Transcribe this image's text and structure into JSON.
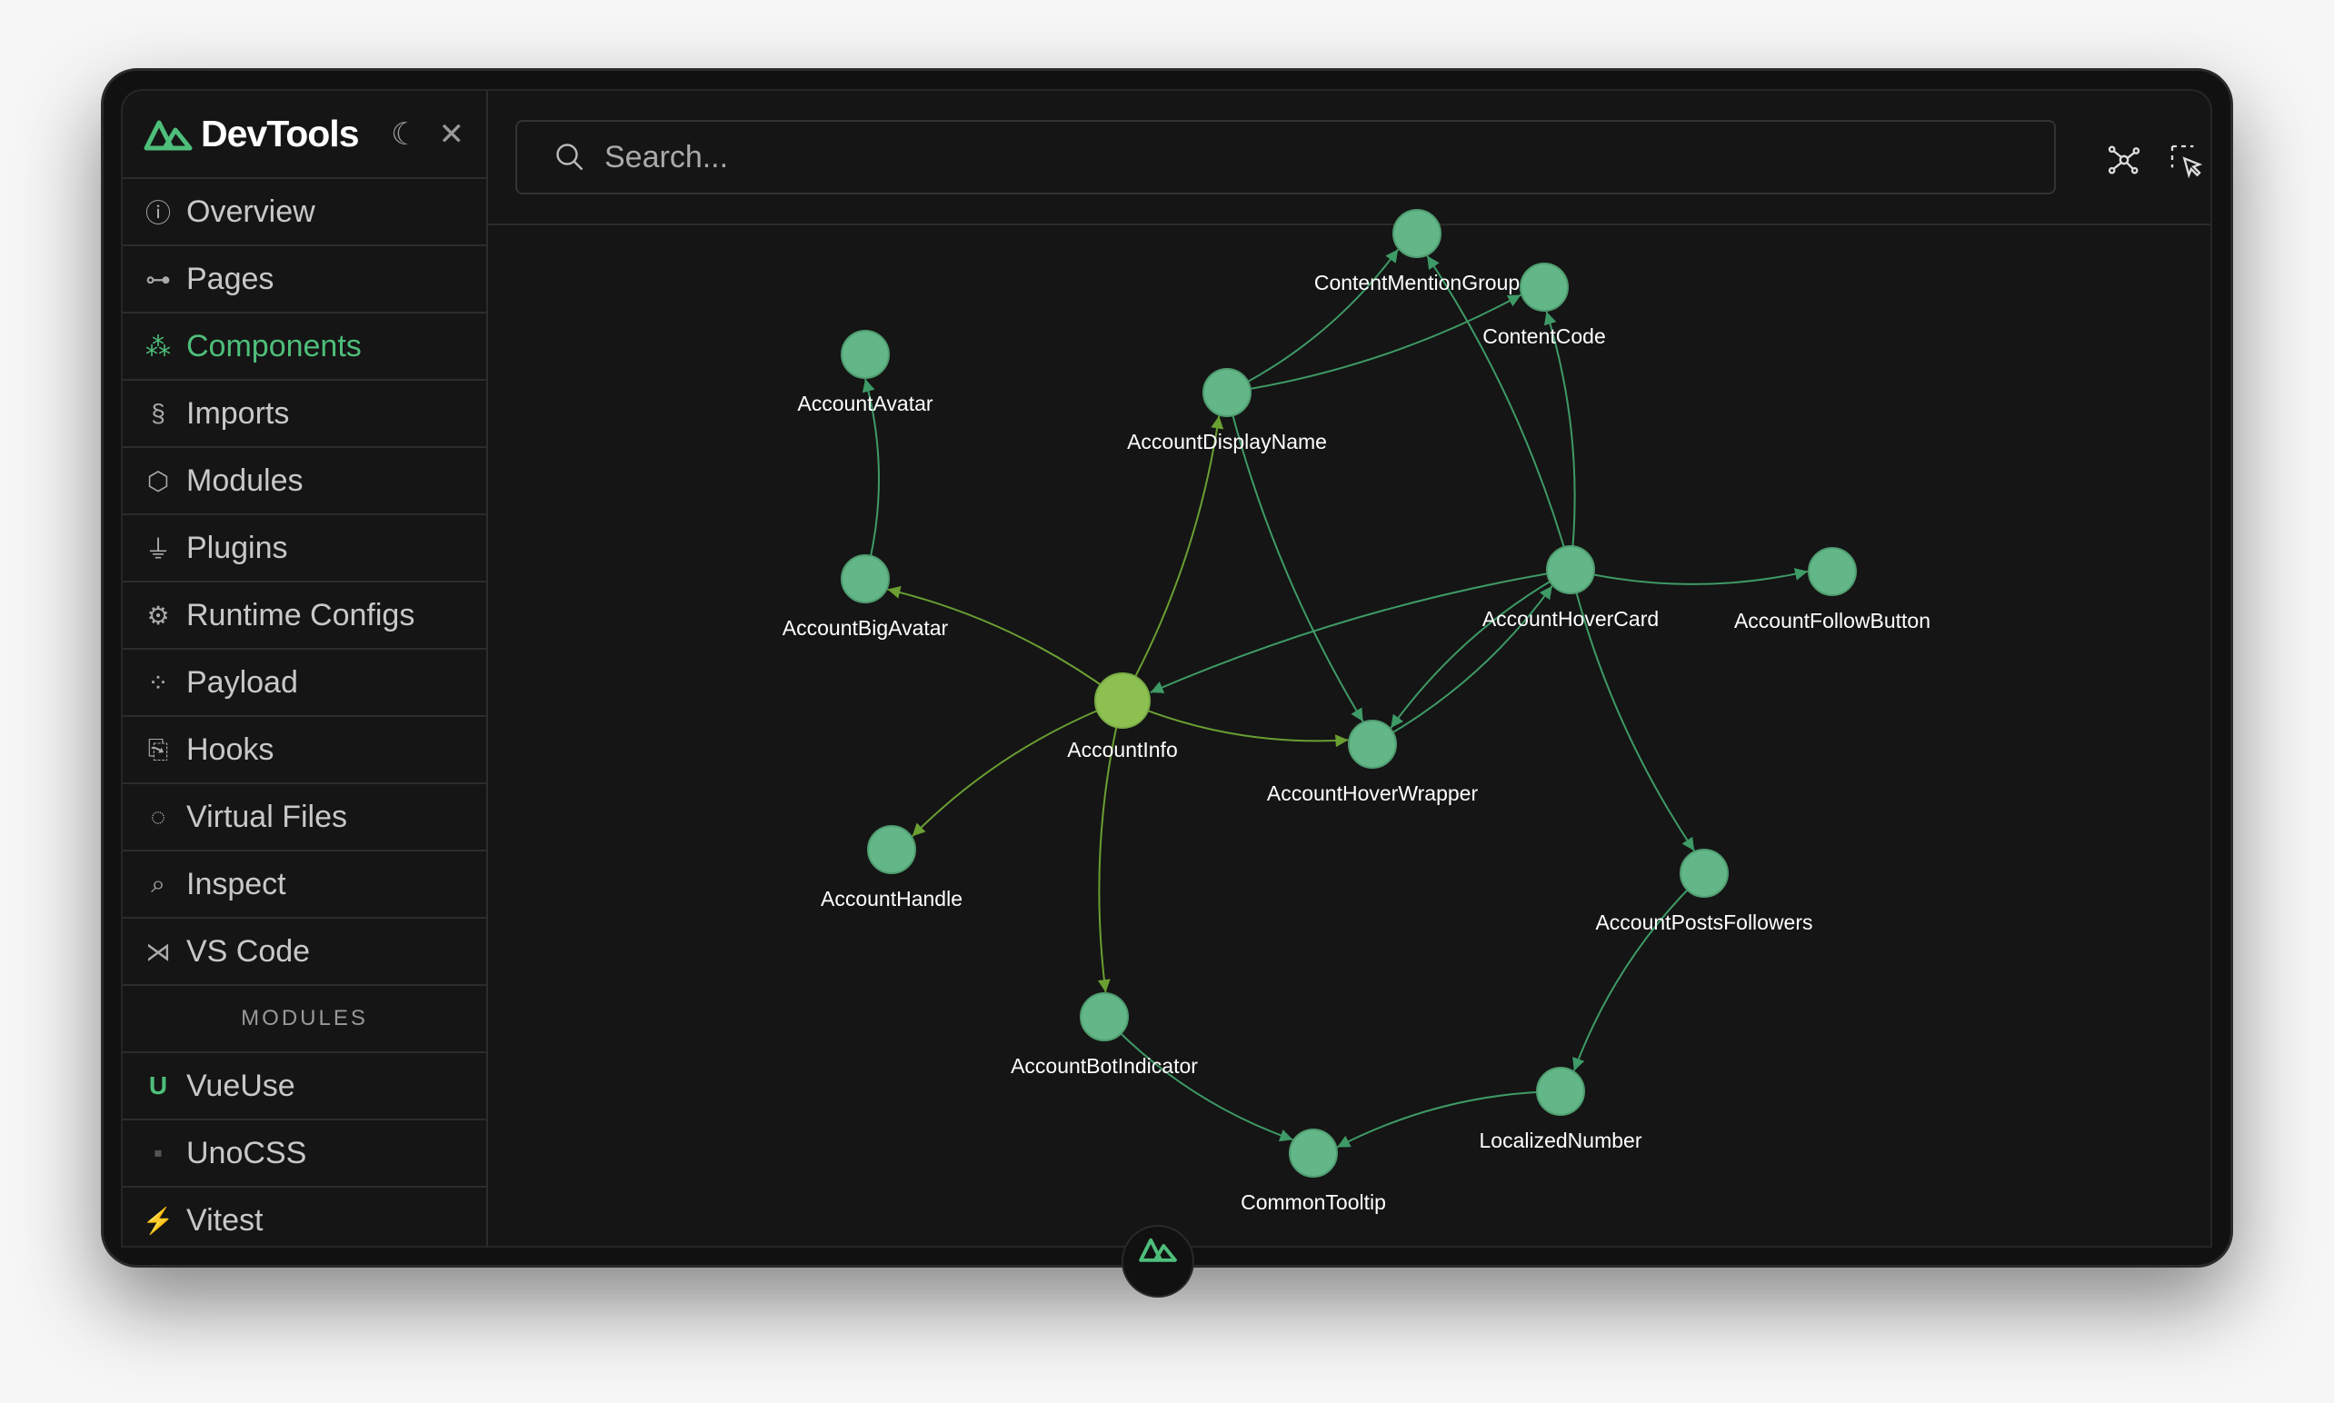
{
  "app": {
    "title": "DevTools",
    "theme_toggle": "moon-icon",
    "close": "close-icon"
  },
  "sidebar": {
    "items": [
      {
        "label": "Overview",
        "icon": "info-icon"
      },
      {
        "label": "Pages",
        "icon": "tree-icon"
      },
      {
        "label": "Components",
        "icon": "components-icon",
        "active": true
      },
      {
        "label": "Imports",
        "icon": "imports-icon"
      },
      {
        "label": "Modules",
        "icon": "modules-icon"
      },
      {
        "label": "Plugins",
        "icon": "plug-icon"
      },
      {
        "label": "Runtime Configs",
        "icon": "gear-icon"
      },
      {
        "label": "Payload",
        "icon": "payload-icon"
      },
      {
        "label": "Hooks",
        "icon": "hooks-icon"
      },
      {
        "label": "Virtual Files",
        "icon": "virtual-files-icon"
      },
      {
        "label": "Inspect",
        "icon": "search-icon"
      },
      {
        "label": "VS Code",
        "icon": "vscode-icon"
      }
    ],
    "section_label": "MODULES",
    "modules": [
      {
        "label": "VueUse",
        "icon": "vueuse-icon"
      },
      {
        "label": "UnoCSS",
        "icon": "unocss-icon"
      },
      {
        "label": "Vitest",
        "icon": "vitest-icon"
      }
    ]
  },
  "search": {
    "placeholder": "Search...",
    "value": ""
  },
  "colors": {
    "accent": "#4ebe7a",
    "node": "#62b687",
    "root_node": "#8cc152",
    "edge": "#3e9a66",
    "root_edge": "#6a9f32"
  },
  "graph": {
    "nodes": [
      "ContentMentionGroup",
      "ContentCode",
      "AccountAvatar",
      "AccountDisplayName",
      "AccountBigAvatar",
      "AccountHoverCard",
      "AccountFollowButton",
      "AccountInfo",
      "AccountHoverWrapper",
      "AccountHandle",
      "AccountPostsFollowers",
      "AccountBotIndicator",
      "LocalizedNumber",
      "CommonTooltip"
    ],
    "root": "AccountInfo",
    "edges": [
      [
        "AccountInfo",
        "AccountBigAvatar"
      ],
      [
        "AccountInfo",
        "AccountHandle"
      ],
      [
        "AccountInfo",
        "AccountBotIndicator"
      ],
      [
        "AccountInfo",
        "AccountHoverWrapper"
      ],
      [
        "AccountInfo",
        "AccountDisplayName"
      ],
      [
        "AccountBigAvatar",
        "AccountAvatar"
      ],
      [
        "AccountDisplayName",
        "ContentMentionGroup"
      ],
      [
        "AccountDisplayName",
        "ContentCode"
      ],
      [
        "AccountDisplayName",
        "AccountHoverWrapper"
      ],
      [
        "AccountHoverCard",
        "AccountInfo"
      ],
      [
        "AccountHoverCard",
        "ContentMentionGroup"
      ],
      [
        "AccountHoverCard",
        "ContentCode"
      ],
      [
        "AccountHoverCard",
        "AccountFollowButton"
      ],
      [
        "AccountHoverCard",
        "AccountPostsFollowers"
      ],
      [
        "AccountHoverCard",
        "AccountHoverWrapper"
      ],
      [
        "AccountHoverWrapper",
        "AccountHoverCard"
      ],
      [
        "AccountPostsFollowers",
        "LocalizedNumber"
      ],
      [
        "LocalizedNumber",
        "CommonTooltip"
      ],
      [
        "AccountBotIndicator",
        "CommonTooltip"
      ]
    ]
  }
}
